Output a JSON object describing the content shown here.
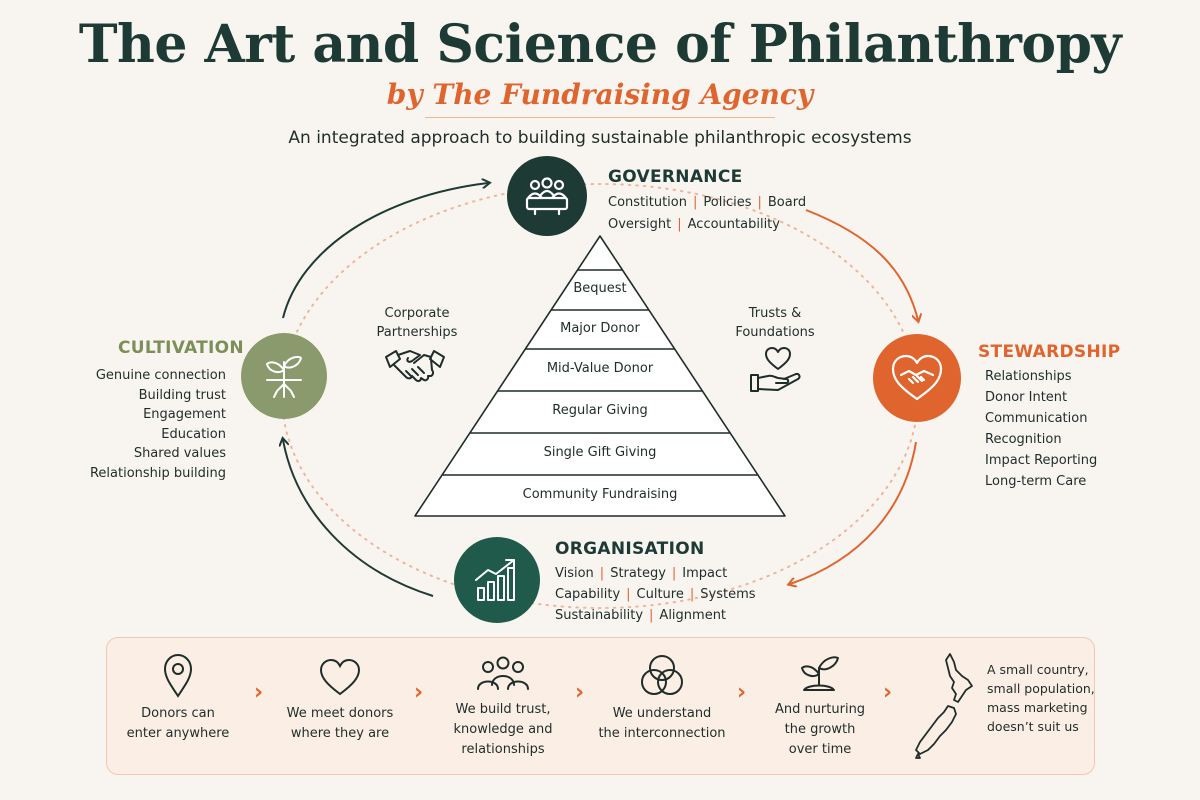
{
  "header": {
    "title": "The Art and Science of Philanthropy",
    "subtitle": "by The Fundraising Agency",
    "tagline": "An integrated approach to building sustainable philanthropic ecosystems"
  },
  "colors": {
    "dark_green": "#1d3a35",
    "olive": "#8a9a6c",
    "orange": "#e0642e",
    "teal_green": "#1f5a4a",
    "panel_bg": "#fbeee4"
  },
  "governance": {
    "icon": "people-board-icon",
    "title": "GOVERNANCE",
    "line1": [
      "Constitution",
      "Policies",
      "Board"
    ],
    "line2": [
      "Oversight",
      "Accountability"
    ]
  },
  "stewardship": {
    "icon": "heart-handshake-icon",
    "title": "STEWARDSHIP",
    "items": [
      "Relationships",
      "Donor Intent",
      "Communication",
      "Recognition",
      "Impact Reporting",
      "Long-term Care"
    ]
  },
  "cultivation": {
    "icon": "sprout-roots-icon",
    "title": "CULTIVATION",
    "items": [
      "Genuine connection",
      "Building trust",
      "Engagement",
      "Education",
      "Shared values",
      "Relationship building"
    ]
  },
  "organisation": {
    "icon": "growth-chart-icon",
    "title": "ORGANISATION",
    "line1": [
      "Vision",
      "Strategy",
      "Impact"
    ],
    "line2": [
      "Capability",
      "Culture",
      "Systems"
    ],
    "line3": [
      "Sustainability",
      "Alignment"
    ]
  },
  "pyramid": {
    "tiers": [
      "Bequest",
      "Major Donor",
      "Mid-Value Donor",
      "Regular Giving",
      "Single Gift Giving",
      "Community Fundraising"
    ]
  },
  "side_labels": {
    "corporate_line1": "Corporate",
    "corporate_line2": "Partnerships",
    "trusts_line1": "Trusts &",
    "trusts_line2": "Foundations"
  },
  "journey": {
    "steps": [
      {
        "icon": "location-pin-icon",
        "line1": "Donors can",
        "line2": "enter anywhere"
      },
      {
        "icon": "heart-icon",
        "line1": "We meet donors",
        "line2": "where they are"
      },
      {
        "icon": "people-group-icon",
        "line1": "We build trust,",
        "line2": "knowledge and",
        "line3": "relationships"
      },
      {
        "icon": "venn-circles-icon",
        "line1": "We understand",
        "line2": "the interconnection"
      },
      {
        "icon": "seedling-icon",
        "line1": "And nurturing",
        "line2": "the growth",
        "line3": "over time"
      }
    ],
    "closing": {
      "icon": "new-zealand-map-icon",
      "line1": "A small country,",
      "line2": "small population,",
      "line3": "mass marketing",
      "line4": "doesn’t suit us"
    }
  }
}
